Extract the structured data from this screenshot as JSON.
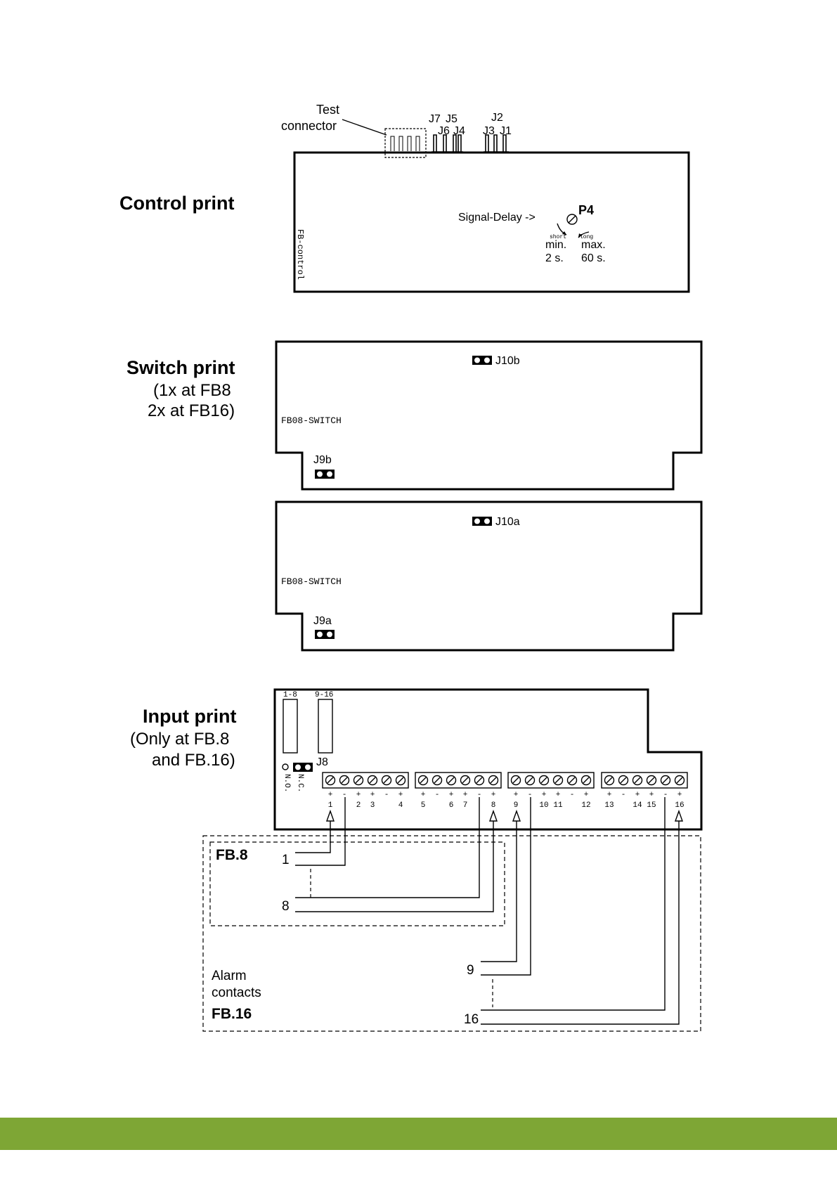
{
  "colors": {
    "footer_bar": "#7ea635",
    "line": "#000000"
  },
  "control": {
    "heading": "Control print",
    "test_label_1": "Test",
    "test_label_2": "connector",
    "jumpers": {
      "j7": "J7",
      "j5": "J5",
      "j6": "J6",
      "j4": "J4",
      "j2": "J2",
      "j3": "J3",
      "j1": "J1"
    },
    "signal_delay": "Signal-Delay  ->",
    "pot": "P4",
    "short": "short",
    "long": "long",
    "min": "min.",
    "max": "max.",
    "min_val": "2 s.",
    "max_val": "60 s.",
    "board_name": "FB-control"
  },
  "switch": {
    "heading": "Switch print",
    "sub1": "(1x at FB8",
    "sub2": "2x at FB16)",
    "boards": [
      {
        "top_jumper": "J10b",
        "board_name": "FB08-SWITCH",
        "bottom_jumper": "J9b"
      },
      {
        "top_jumper": "J10a",
        "board_name": "FB08-SWITCH",
        "bottom_jumper": "J9a"
      }
    ]
  },
  "input": {
    "heading": "Input print",
    "sub1": "(Only at FB.8",
    "sub2": "and FB.16)",
    "dip_1": "1-8",
    "dip_2": "9-16",
    "jumper": "J8",
    "no": "N.O.",
    "nc": "N.C.",
    "terminal_signs": [
      "+",
      "-",
      "+",
      "+",
      "-",
      "+",
      "+",
      "-",
      "+",
      "+",
      "-",
      "+",
      "+",
      "-",
      "+",
      "+",
      "-",
      "+",
      "+",
      "-",
      "+",
      "+",
      "-",
      "+"
    ],
    "terminal_numbers": [
      "1",
      "",
      "2",
      "3",
      "",
      "4",
      "5",
      "",
      "6",
      "7",
      "",
      "8",
      "9",
      "",
      "10",
      "11",
      "",
      "12",
      "13",
      "",
      "14",
      "15",
      "",
      "16"
    ]
  },
  "wiring": {
    "fb8": "FB.8",
    "fb16": "FB.16",
    "alarm_1": "Alarm",
    "alarm_2": "contacts",
    "c1": "1",
    "c8": "8",
    "c9": "9",
    "c16": "16"
  }
}
